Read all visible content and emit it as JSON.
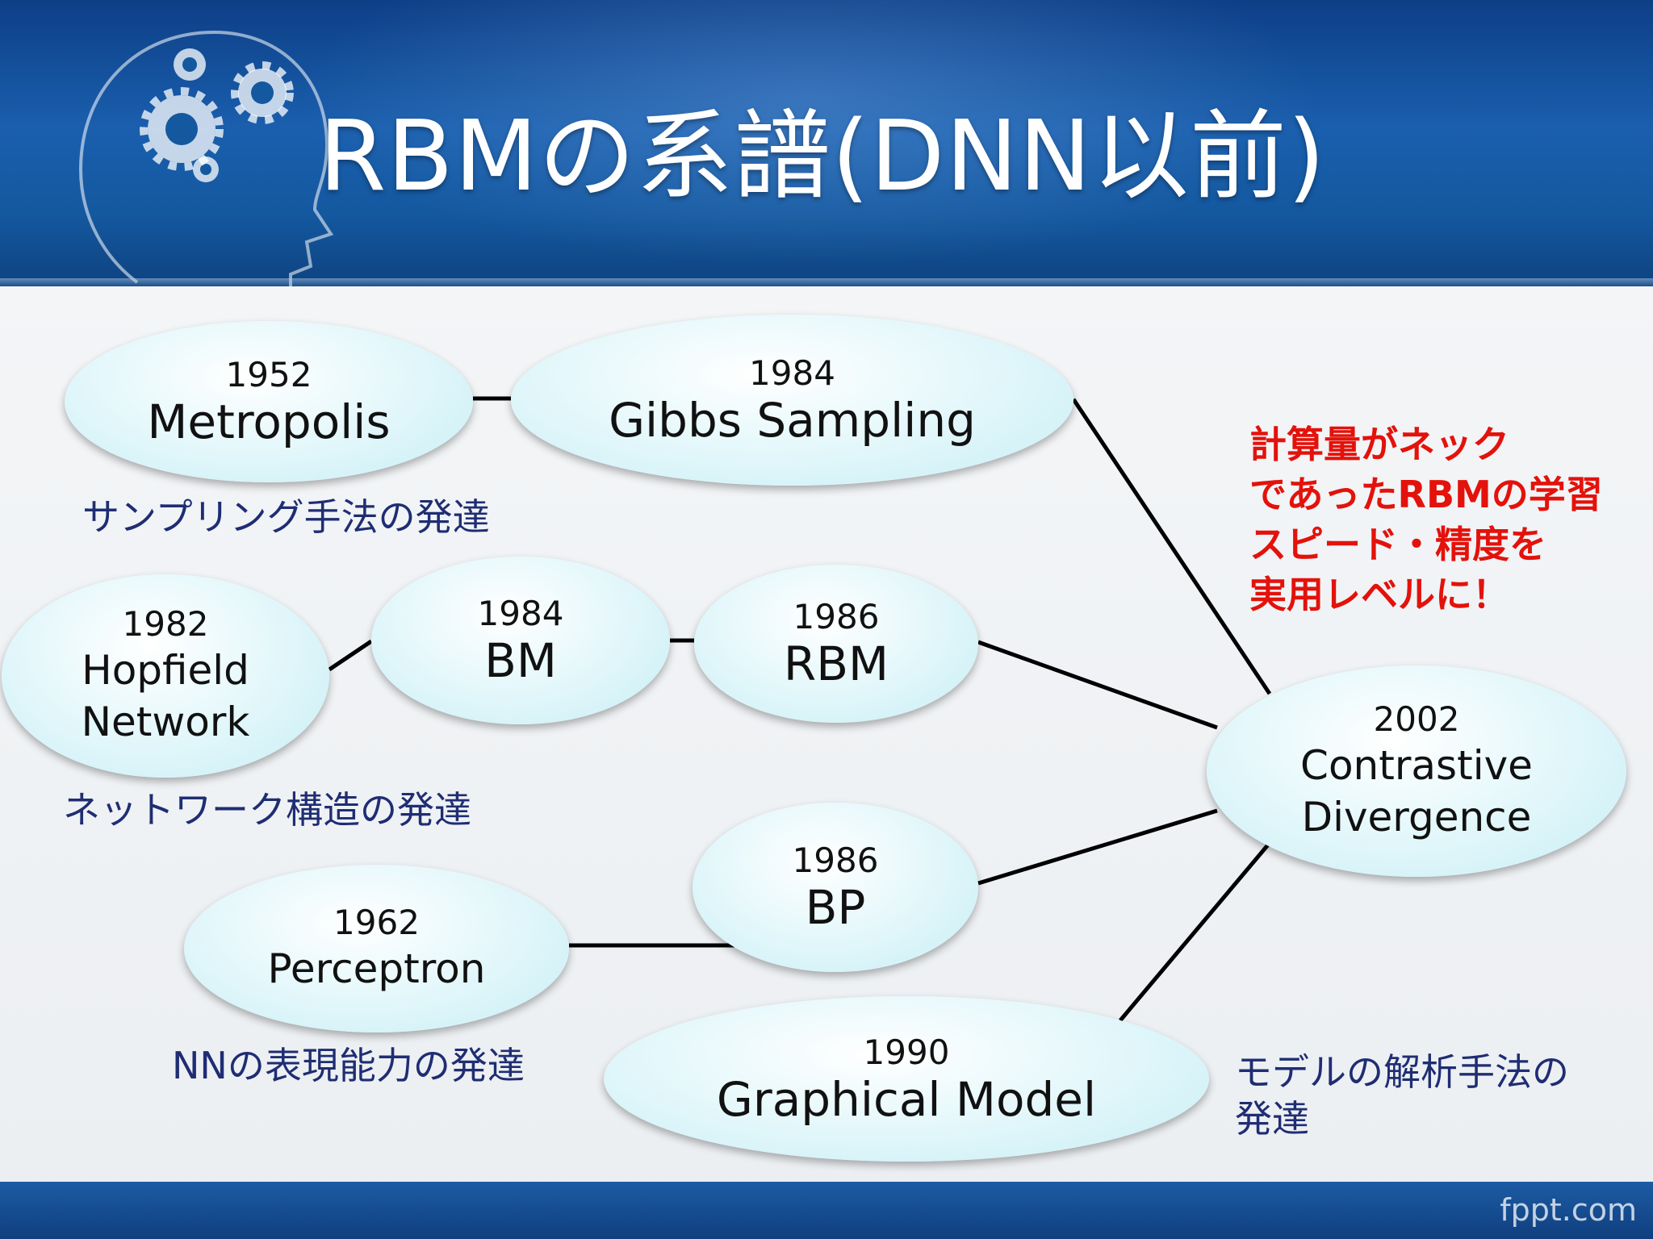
{
  "slide": {
    "title": "RBMの系譜(DNN以前)",
    "brand": "fppt.com"
  },
  "nodes": {
    "metropolis": {
      "year": "1952",
      "name": "Metropolis"
    },
    "gibbs": {
      "year": "1984",
      "name": "Gibbs Sampling"
    },
    "hopfield": {
      "year": "1982",
      "name_line1": "Hopfield",
      "name_line2": "Network"
    },
    "bm": {
      "year": "1984",
      "name": "BM"
    },
    "rbm": {
      "year": "1986",
      "name": "RBM"
    },
    "cd": {
      "year": "2002",
      "name_line1": "Contrastive",
      "name_line2": "Divergence"
    },
    "bp": {
      "year": "1986",
      "name": "BP"
    },
    "perceptron": {
      "year": "1962",
      "name": "Perceptron"
    },
    "graphical": {
      "year": "1990",
      "name": "Graphical Model"
    }
  },
  "labels": {
    "sampling": "サンプリング手法の発達",
    "network": "ネットワーク構造の発達",
    "nn": "NNの表現能力の発達",
    "model_line1": "モデルの解析手法の",
    "model_line2": "発達"
  },
  "note": {
    "line1": "計算量がネック",
    "line2": "であったRBMの学習",
    "line3": "スピード・精度を",
    "line4": "実用レベルに！"
  },
  "colors": {
    "header": "#1a5fae",
    "node_fill": "#d9f4f8",
    "label_text": "#1f2d73",
    "note_text": "#e3120b"
  }
}
